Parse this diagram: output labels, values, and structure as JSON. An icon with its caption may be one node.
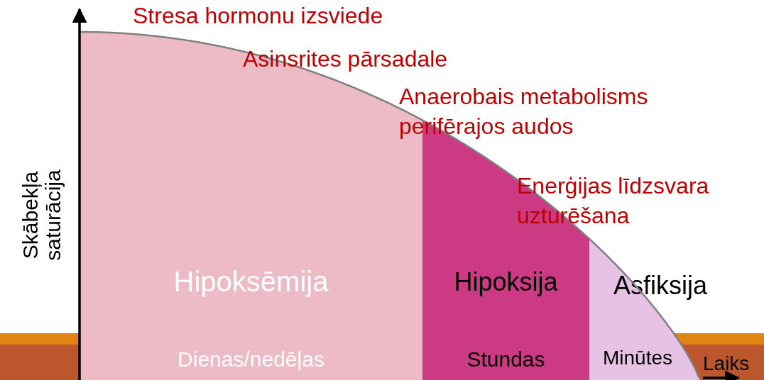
{
  "diagram": {
    "nodes": [
      {
        "text": [
          "Hipoksēmija",
          "Dienas/nedēļas"
        ]
      },
      {
        "text": [
          "Hipoksija",
          "Stundas"
        ]
      },
      {
        "text": [
          "Asfiksija",
          "Minūtes"
        ]
      }
    ],
    "labels": [
      "Stresa hormonu izsviede",
      "Asinsrites pārsadale",
      "Anaerobais metabolisms perifērajos audos",
      "Enerģijas līdzsvara uzturēšana",
      "Skābekļa saturācija",
      "Laiks"
    ]
  }
}
